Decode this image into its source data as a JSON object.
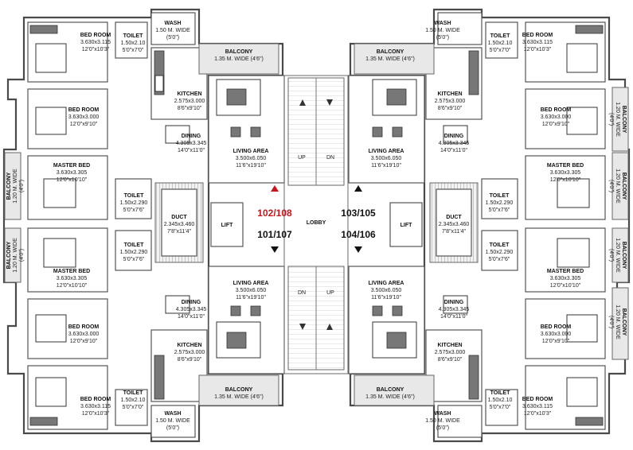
{
  "center": {
    "lobby": "LOBBY",
    "up": "UP",
    "dn": "DN",
    "units": {
      "top_left": "102/108",
      "top_right": "103/105",
      "bottom_left": "101/107",
      "bottom_right": "104/106"
    },
    "accent_color": "#c4161c"
  },
  "rooms": {
    "wash": {
      "name": "WASH",
      "size": "1.50 M. WIDE",
      "imperial": "(5'0\")"
    },
    "toilet_small": {
      "name": "TOILET",
      "size": "1.50x2.10",
      "imperial": "5'0\"x7'0\""
    },
    "toilet_mid": {
      "name": "TOILET",
      "size": "1.50x2.290",
      "imperial": "5'0\"x7'6\""
    },
    "bed_top": {
      "name": "BED ROOM",
      "size": "3.630x3.115",
      "imperial": "12'0\"x10'3\""
    },
    "bed_second": {
      "name": "BED ROOM",
      "size": "3.630x3.000",
      "imperial": "12'0\"x9'10\""
    },
    "master_bed": {
      "name": "MASTER BED",
      "size": "3.630x3.305",
      "imperial": "12'0\"x10'10\""
    },
    "kitchen": {
      "name": "KITCHEN",
      "size": "2.575x3.000",
      "imperial": "8'6\"x9'10\""
    },
    "dining": {
      "name": "DINING",
      "size": "4.305x3.345",
      "imperial": "14'0\"x11'0\""
    },
    "living": {
      "name": "LIVING AREA",
      "size": "3.500x6.050",
      "imperial": "11'6\"x19'10\""
    },
    "balcony_wide": {
      "name": "BALCONY",
      "size": "1.35 M. WIDE (4'6\")"
    },
    "balcony_side": {
      "name": "BALCONY",
      "size": "1.20 M. WIDE",
      "imperial": "(4'0\")"
    },
    "duct": {
      "name": "DUCT",
      "size": "2.345x3.460",
      "imperial": "7'8\"x11'4\""
    },
    "lift": {
      "name": "LIFT"
    }
  }
}
